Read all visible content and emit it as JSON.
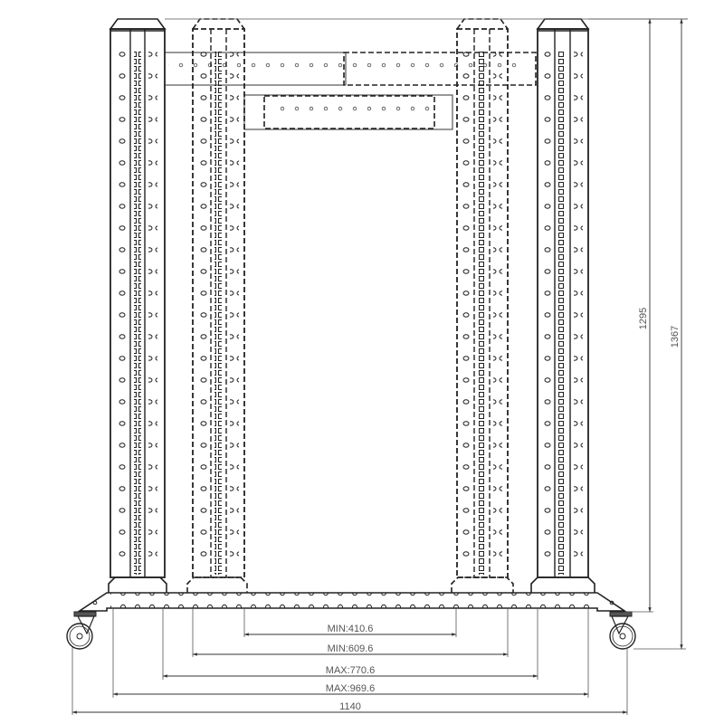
{
  "drawing": {
    "type": "technical-elevation",
    "subject": "four-post adjustable rack frame on casters",
    "colors": {
      "line": "#222222",
      "dimension": "#444444",
      "text": "#555555",
      "background": "#ffffff"
    }
  },
  "dimensions": {
    "horizontal": [
      {
        "id": "min_inner",
        "label": "MIN:410.6"
      },
      {
        "id": "min_outer",
        "label": "MIN:609.6"
      },
      {
        "id": "max_inner",
        "label": "MAX:770.6"
      },
      {
        "id": "max_outer",
        "label": "MAX:969.6"
      },
      {
        "id": "overall_width",
        "label": "1140"
      }
    ],
    "vertical": [
      {
        "id": "post_height",
        "label": "1295"
      },
      {
        "id": "overall_height",
        "label": "1367"
      }
    ]
  }
}
